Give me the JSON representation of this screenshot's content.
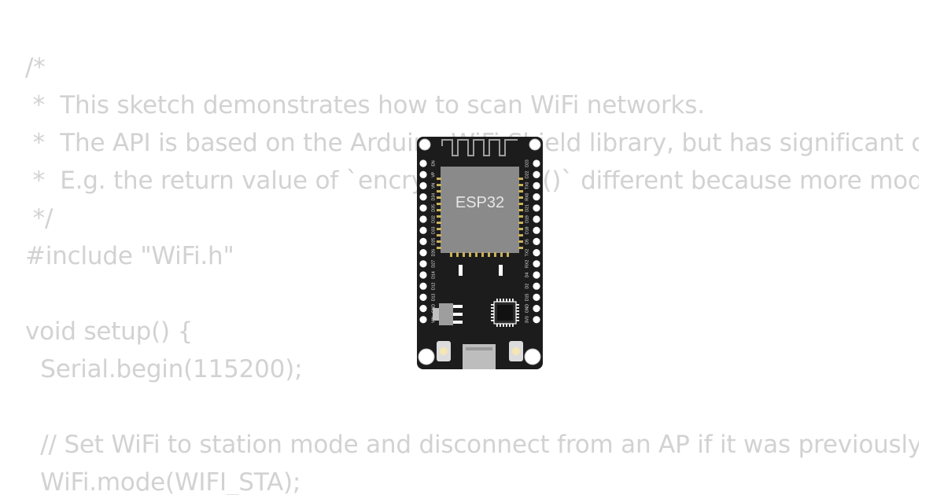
{
  "code_lines": [
    "/*",
    " *  This sketch demonstrates how to scan WiFi networks.",
    " *  The API is based on the Arduino WiFi Shield library, but has significant changes as newer WiFi functions are supported.",
    " *  E.g. the return value of `encryptionType()` different because more modern encryption is supported.",
    " */",
    "#include \"WiFi.h\"",
    "",
    "void setup() {",
    "  Serial.begin(115200);",
    "",
    "  // Set WiFi to station mode and disconnect from an AP if it was previously connected",
    "  WiFi.mode(WIFI_STA);"
  ],
  "board": {
    "name": "ESP32",
    "chip_label": "ESP32",
    "left_pins": [
      "EN",
      "VP",
      "VN",
      "D34",
      "D35",
      "D32",
      "D33",
      "D25",
      "D26",
      "D27",
      "D14",
      "D12",
      "D13",
      "GND",
      "VIN"
    ],
    "right_pins": [
      "D23",
      "D22",
      "TX0",
      "RX0",
      "D21",
      "D19",
      "D18",
      "D5",
      "TX2",
      "RX2",
      "D4",
      "D2",
      "D15",
      "GND",
      "3V3"
    ],
    "colors": {
      "pcb": "#1c1c1c",
      "module": "#9e9e9e",
      "chip": "#808080",
      "gold": "#c9b25a",
      "text_light": "#e6e6e6"
    }
  }
}
